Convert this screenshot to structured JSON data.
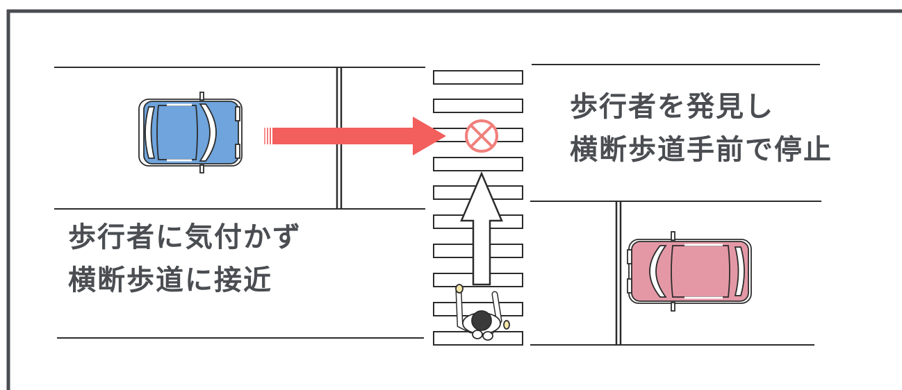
{
  "colors": {
    "text": "#4a4d51",
    "frame": "#4a4d51",
    "road_line": "#2b2b2b",
    "arrow_red": "#f25f5c",
    "stop_mark": "#f07f7c",
    "car_blue": "#6fa4dc",
    "car_pink": "#e498a6",
    "pedestrian_dark": "#3a3a3a"
  },
  "captions": {
    "left": {
      "line1": "歩行者に気付かず",
      "line2": "横断歩道に接近"
    },
    "right": {
      "line1": "歩行者を発見し",
      "line2": "横断歩道手前で停止"
    }
  },
  "icons": {
    "car_left": "blue-car-icon",
    "car_right": "pink-car-icon",
    "pedestrian": "pedestrian-icon",
    "stop_mark": "x-circle-icon",
    "motion_arrow": "red-arrow-icon",
    "walk_arrow": "up-arrow-icon"
  }
}
